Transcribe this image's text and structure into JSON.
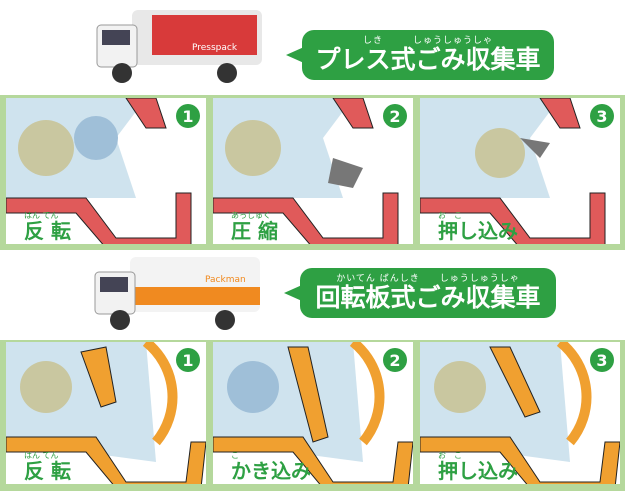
{
  "press": {
    "truck_label": "Presspack",
    "title": "プレス式ごみ収集車",
    "ruby": "しき　　　しゅうしゅうしゃ",
    "steps": [
      {
        "num": "1",
        "label": "反 転",
        "ruby": "はん てん"
      },
      {
        "num": "2",
        "label": "圧 縮",
        "ruby": "あっしゅく"
      },
      {
        "num": "3",
        "label": "押し込み",
        "ruby": "お　こ"
      }
    ]
  },
  "rotary": {
    "truck_label": "Packman",
    "title": "回転板式ごみ収集車",
    "ruby": "かいてん ばんしき　　しゅうしゅうしゃ",
    "steps": [
      {
        "num": "1",
        "label": "反 転",
        "ruby": "はん てん"
      },
      {
        "num": "2",
        "label": "かき込み",
        "ruby": "こ"
      },
      {
        "num": "3",
        "label": "押し込み",
        "ruby": "お　こ"
      }
    ]
  },
  "colors": {
    "green": "#2ea043",
    "red": "#e05a5a",
    "orange": "#f0a030"
  }
}
